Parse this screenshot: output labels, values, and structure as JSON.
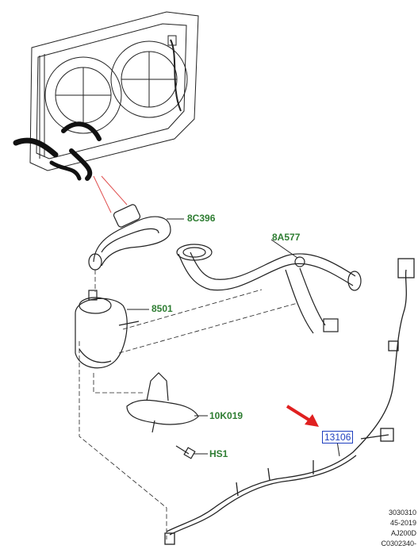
{
  "callouts": {
    "c8c396": "8C396",
    "c8a577": "8A577",
    "c8501": "8501",
    "c10k019": "10K019",
    "chs1": "HS1",
    "c13106": "13106"
  },
  "reference_codes": [
    "3030310",
    "45-2019",
    "AJ200D",
    "C0302340-"
  ],
  "colors": {
    "callout_text": "#2e7d32",
    "highlight_box": "#1f3fbf",
    "arrow": "#e02020",
    "leader_red": "#e05050",
    "line_art": "#222222"
  }
}
